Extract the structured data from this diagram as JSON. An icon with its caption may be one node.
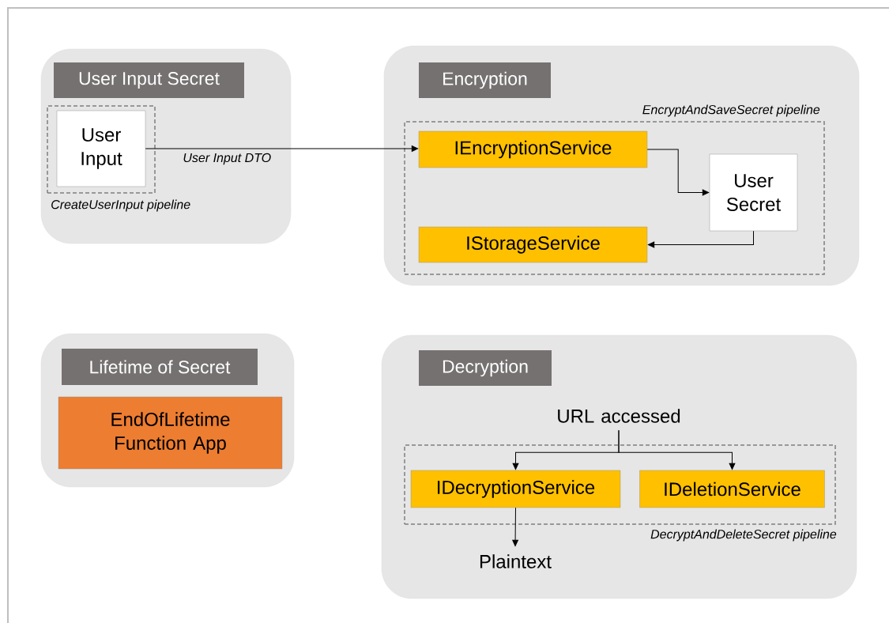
{
  "diagram": {
    "nodes": [
      {
        "text": [
          "User Input Secret"
        ]
      },
      {
        "text": [
          "CreateUserInput pipeline"
        ],
        "in": 0
      },
      {
        "text": [
          "User Input"
        ],
        "in": 1
      },
      {
        "text": [
          "Encryption"
        ]
      },
      {
        "text": [
          "EncryptAndSaveSecret pipeline"
        ],
        "in": 3
      },
      {
        "text": [
          "IEncryptionService"
        ],
        "in": 4
      },
      {
        "text": [
          "User Secret"
        ],
        "in": 4
      },
      {
        "text": [
          "IStorageService"
        ],
        "in": 4
      },
      {
        "text": [
          "Lifetime of Secret"
        ]
      },
      {
        "text": [
          "EndOfLifetime Function App"
        ],
        "in": 8
      },
      {
        "text": [
          "Decryption"
        ]
      },
      {
        "text": [
          "URL accessed"
        ],
        "in": 10
      },
      {
        "text": [
          "DecryptAndDeleteSecret pipeline"
        ],
        "in": 10
      },
      {
        "text": [
          "IDecryptionService"
        ],
        "in": 12
      },
      {
        "text": [
          "IDeletionService"
        ],
        "in": 12
      },
      {
        "text": [
          "Plaintext"
        ],
        "in": 10
      }
    ],
    "edges": [
      {
        "from": 2,
        "to": 5,
        "arrow": "to",
        "label": "User Input DTO"
      },
      {
        "from": 5,
        "to": 6,
        "arrow": "to"
      },
      {
        "from": 6,
        "to": 7,
        "arrow": "to"
      },
      {
        "from": 11,
        "to": 13,
        "arrow": "to"
      },
      {
        "from": 11,
        "to": 14,
        "arrow": "to"
      },
      {
        "from": 13,
        "to": 15,
        "arrow": "to"
      }
    ]
  }
}
